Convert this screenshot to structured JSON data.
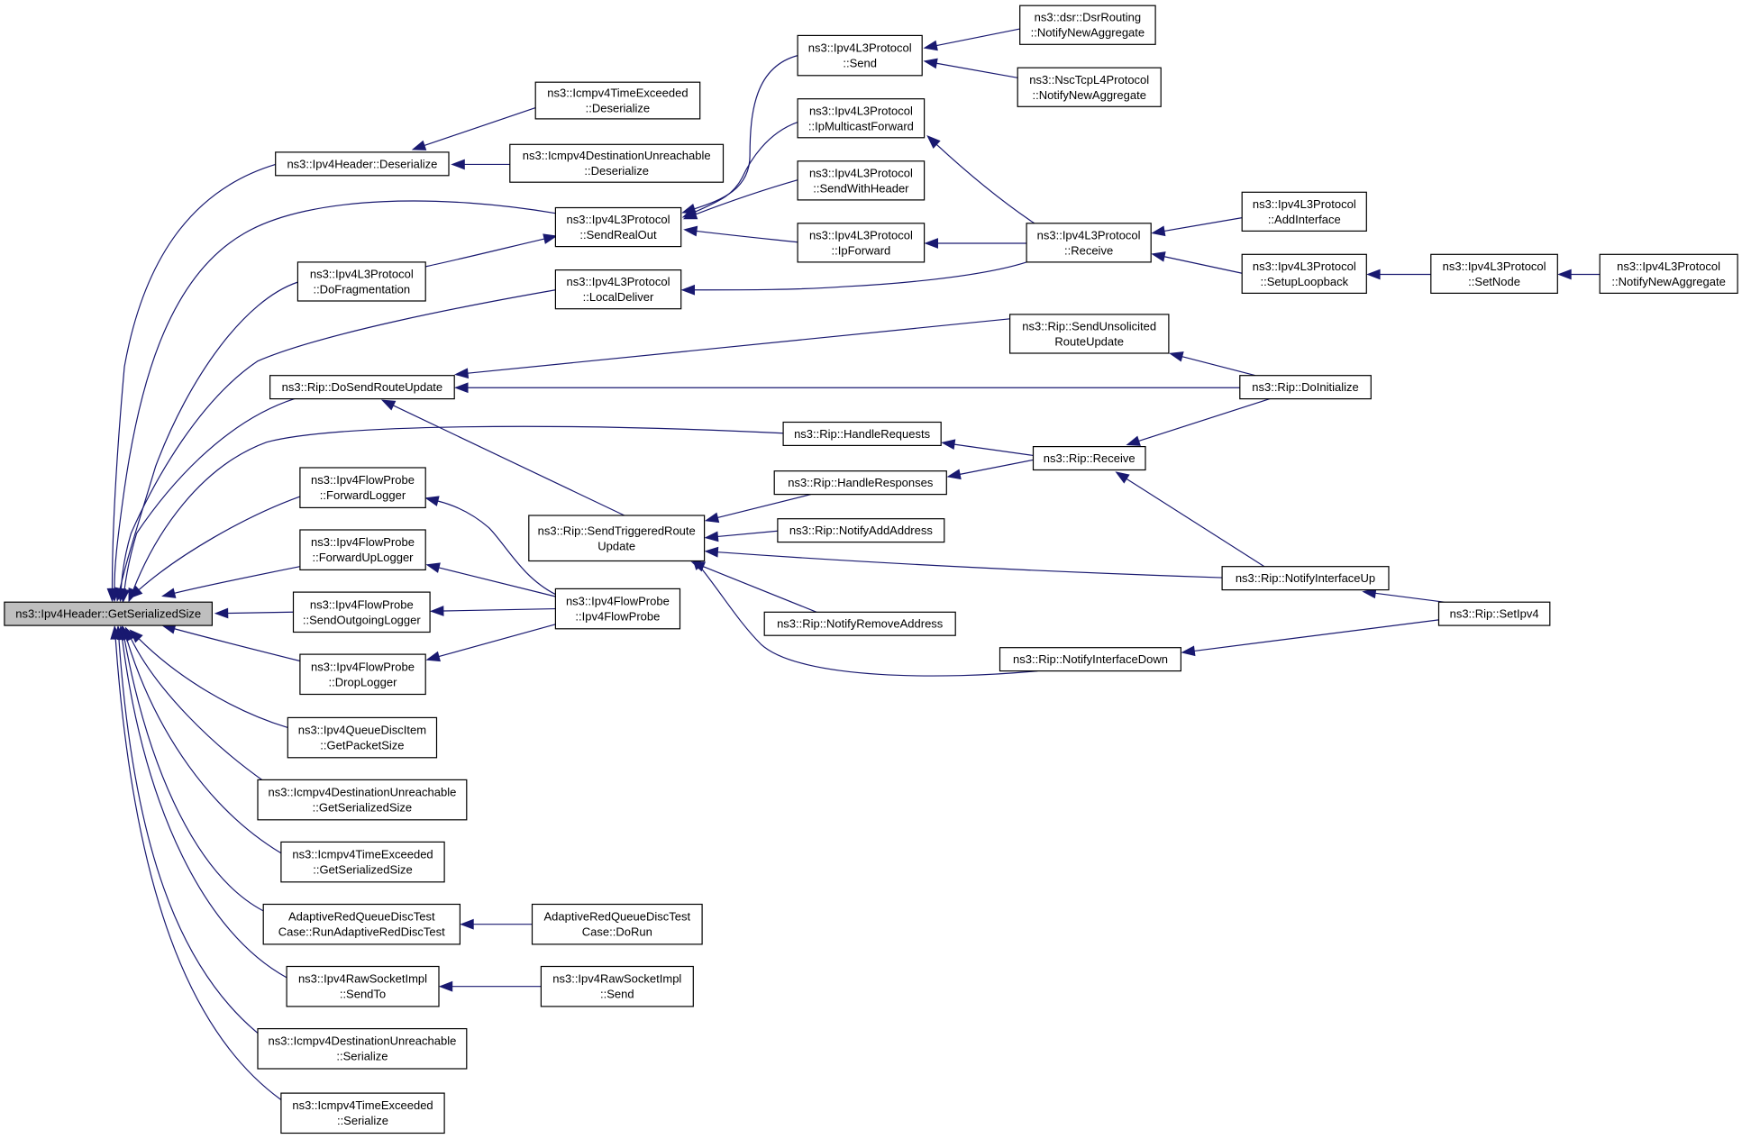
{
  "nodes": {
    "root": [
      "ns3::Ipv4Header::GetSerializedSize"
    ],
    "deser": [
      "ns3::Ipv4Header::Deserialize"
    ],
    "icte_deser": [
      "ns3::Icmpv4TimeExceeded",
      "::Deserialize"
    ],
    "icdu_deser": [
      "ns3::Icmpv4DestinationUnreachable",
      "::Deserialize"
    ],
    "sendrealout": [
      "ns3::Ipv4L3Protocol",
      "::SendRealOut"
    ],
    "l3send": [
      "ns3::Ipv4L3Protocol",
      "::Send"
    ],
    "dsr": [
      "ns3::dsr::DsrRouting",
      "::NotifyNewAggregate"
    ],
    "nsc": [
      "ns3::NscTcpL4Protocol",
      "::NotifyNewAggregate"
    ],
    "ipmf": [
      "ns3::Ipv4L3Protocol",
      "::IpMulticastForward"
    ],
    "sendwh": [
      "ns3::Ipv4L3Protocol",
      "::SendWithHeader"
    ],
    "ipfwd": [
      "ns3::Ipv4L3Protocol",
      "::IpForward"
    ],
    "l3recv": [
      "ns3::Ipv4L3Protocol",
      "::Receive"
    ],
    "addif": [
      "ns3::Ipv4L3Protocol",
      "::AddInterface"
    ],
    "setuplb": [
      "ns3::Ipv4L3Protocol",
      "::SetupLoopback"
    ],
    "setnode": [
      "ns3::Ipv4L3Protocol",
      "::SetNode"
    ],
    "l3nna": [
      "ns3::Ipv4L3Protocol",
      "::NotifyNewAggregate"
    ],
    "dofrag": [
      "ns3::Ipv4L3Protocol",
      "::DoFragmentation"
    ],
    "localdel": [
      "ns3::Ipv4L3Protocol",
      "::LocalDeliver"
    ],
    "dosendru": [
      "ns3::Rip::DoSendRouteUpdate"
    ],
    "sendunsol": [
      "ns3::Rip::SendUnsolicited",
      "RouteUpdate"
    ],
    "doinit": [
      "ns3::Rip::DoInitialize"
    ],
    "handlereq": [
      "ns3::Rip::HandleRequests"
    ],
    "riprecv": [
      "ns3::Rip::Receive"
    ],
    "handleresp": [
      "ns3::Rip::HandleResponses"
    ],
    "sendtrig": [
      "ns3::Rip::SendTriggeredRoute",
      "Update"
    ],
    "notifyadd": [
      "ns3::Rip::NotifyAddAddress"
    ],
    "notifyifup": [
      "ns3::Rip::NotifyInterfaceUp"
    ],
    "notifyrem": [
      "ns3::Rip::NotifyRemoveAddress"
    ],
    "notifyifdown": [
      "ns3::Rip::NotifyInterfaceDown"
    ],
    "setipv4": [
      "ns3::Rip::SetIpv4"
    ],
    "fwdlog": [
      "ns3::Ipv4FlowProbe",
      "::ForwardLogger"
    ],
    "fwduplog": [
      "ns3::Ipv4FlowProbe",
      "::ForwardUpLogger"
    ],
    "sendoutlog": [
      "ns3::Ipv4FlowProbe",
      "::SendOutgoingLogger"
    ],
    "droplog": [
      "ns3::Ipv4FlowProbe",
      "::DropLogger"
    ],
    "flowprobe": [
      "ns3::Ipv4FlowProbe",
      "::Ipv4FlowProbe"
    ],
    "qdisc": [
      "ns3::Ipv4QueueDiscItem",
      "::GetPacketSize"
    ],
    "icdu_gss": [
      "ns3::Icmpv4DestinationUnreachable",
      "::GetSerializedSize"
    ],
    "icte_gss": [
      "ns3::Icmpv4TimeExceeded",
      "::GetSerializedSize"
    ],
    "arq_run": [
      "AdaptiveRedQueueDiscTest",
      "Case::RunAdaptiveRedDiscTest"
    ],
    "arq_dorun": [
      "AdaptiveRedQueueDiscTest",
      "Case::DoRun"
    ],
    "raw_sendto": [
      "ns3::Ipv4RawSocketImpl",
      "::SendTo"
    ],
    "raw_send": [
      "ns3::Ipv4RawSocketImpl",
      "::Send"
    ],
    "icdu_ser": [
      "ns3::Icmpv4DestinationUnreachable",
      "::Serialize"
    ],
    "icte_ser": [
      "ns3::Icmpv4TimeExceeded",
      "::Serialize"
    ]
  },
  "edges": [
    [
      "deser",
      "root"
    ],
    [
      "sendrealout",
      "root"
    ],
    [
      "dofrag",
      "root"
    ],
    [
      "localdel",
      "root"
    ],
    [
      "dosendru",
      "root"
    ],
    [
      "handlereq",
      "root"
    ],
    [
      "fwdlog",
      "root"
    ],
    [
      "fwduplog",
      "root"
    ],
    [
      "sendoutlog",
      "root"
    ],
    [
      "droplog",
      "root"
    ],
    [
      "qdisc",
      "root"
    ],
    [
      "icdu_gss",
      "root"
    ],
    [
      "icte_gss",
      "root"
    ],
    [
      "arq_run",
      "root"
    ],
    [
      "raw_sendto",
      "root"
    ],
    [
      "icdu_ser",
      "root"
    ],
    [
      "icte_ser",
      "root"
    ],
    [
      "icte_deser",
      "deser"
    ],
    [
      "icdu_deser",
      "deser"
    ],
    [
      "l3send",
      "sendrealout"
    ],
    [
      "ipmf",
      "sendrealout"
    ],
    [
      "sendwh",
      "sendrealout"
    ],
    [
      "ipfwd",
      "sendrealout"
    ],
    [
      "dofrag",
      "sendrealout"
    ],
    [
      "dsr",
      "l3send"
    ],
    [
      "nsc",
      "l3send"
    ],
    [
      "l3recv",
      "ipmf"
    ],
    [
      "l3recv",
      "ipfwd"
    ],
    [
      "l3recv",
      "localdel"
    ],
    [
      "addif",
      "l3recv"
    ],
    [
      "setuplb",
      "l3recv"
    ],
    [
      "setnode",
      "setuplb"
    ],
    [
      "l3nna",
      "setnode"
    ],
    [
      "sendunsol",
      "dosendru"
    ],
    [
      "doinit",
      "dosendru"
    ],
    [
      "doinit",
      "sendunsol"
    ],
    [
      "sendtrig",
      "dosendru"
    ],
    [
      "riprecv",
      "handlereq"
    ],
    [
      "riprecv",
      "handleresp"
    ],
    [
      "riprecv",
      "doinit"
    ],
    [
      "notifyifup",
      "riprecv"
    ],
    [
      "handleresp",
      "sendtrig"
    ],
    [
      "notifyadd",
      "sendtrig"
    ],
    [
      "notifyifup",
      "sendtrig"
    ],
    [
      "notifyrem",
      "sendtrig"
    ],
    [
      "notifyifdown",
      "sendtrig"
    ],
    [
      "setipv4",
      "notifyifup"
    ],
    [
      "setipv4",
      "notifyifdown"
    ],
    [
      "flowprobe",
      "fwdlog"
    ],
    [
      "flowprobe",
      "fwduplog"
    ],
    [
      "flowprobe",
      "sendoutlog"
    ],
    [
      "flowprobe",
      "droplog"
    ],
    [
      "arq_dorun",
      "arq_run"
    ],
    [
      "raw_send",
      "raw_sendto"
    ]
  ]
}
